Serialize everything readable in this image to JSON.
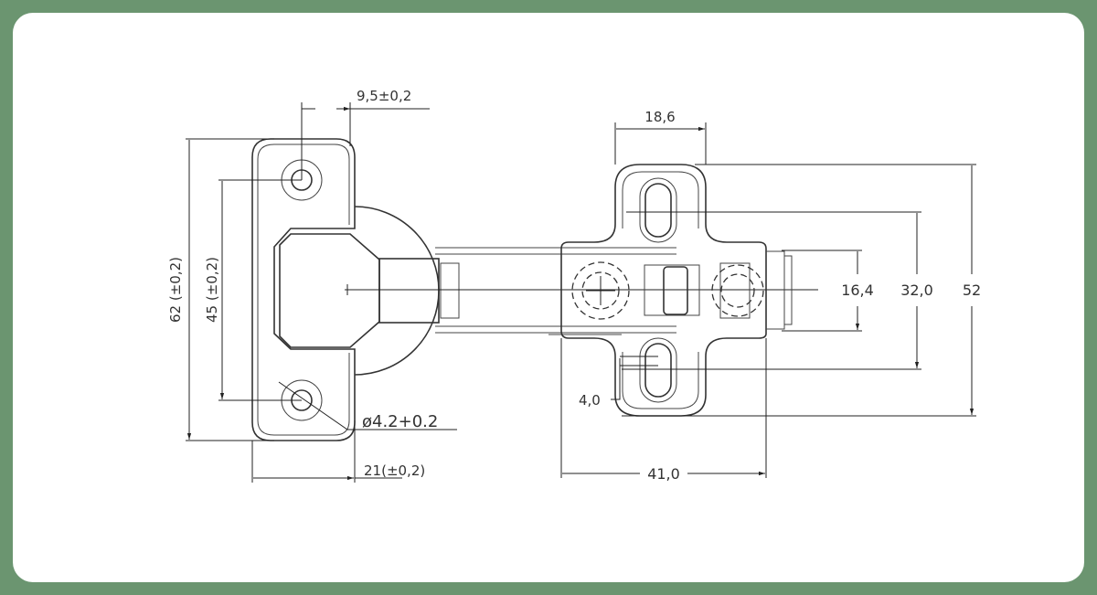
{
  "drawing": {
    "title": "Concealed hinge dimensional drawing",
    "colors": {
      "frame": "#6b9570",
      "background": "#ffffff",
      "line": "#333333"
    },
    "dimensions": {
      "hole_offset": "9,5±0,2",
      "plate_height": "62 (±0,2)",
      "hole_spacing": "45 (±0,2)",
      "hole_diameter": "ø4.2+0.2",
      "plate_width": "21(±0,2)",
      "mount_slot_width": "18,6",
      "arm_width": "16,4",
      "slot_spacing": "32,0",
      "mount_height": "52",
      "slot_offset": "4,0",
      "mount_width": "41,0"
    }
  }
}
